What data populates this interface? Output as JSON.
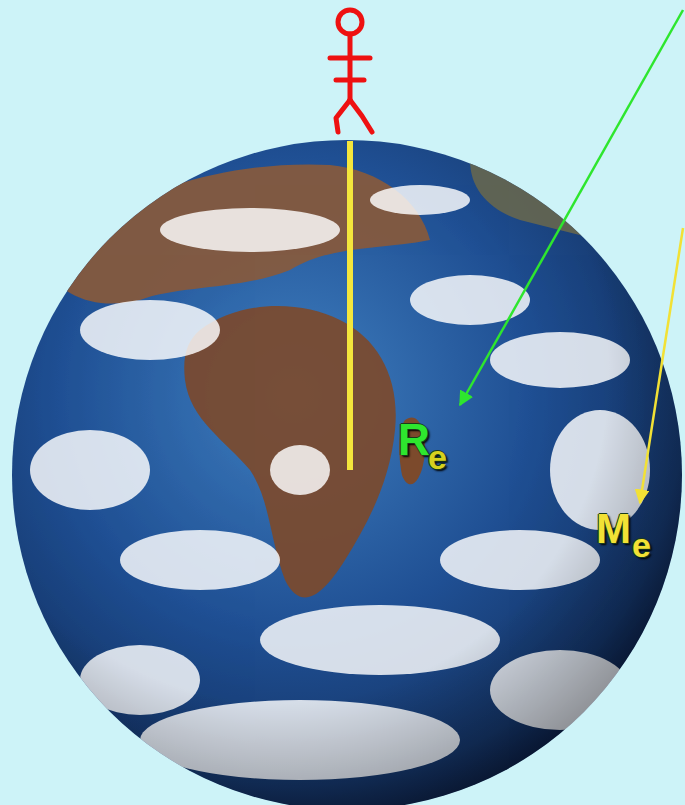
{
  "diagram": {
    "labels": [
      "R",
      "e",
      "M",
      "e"
    ]
  }
}
